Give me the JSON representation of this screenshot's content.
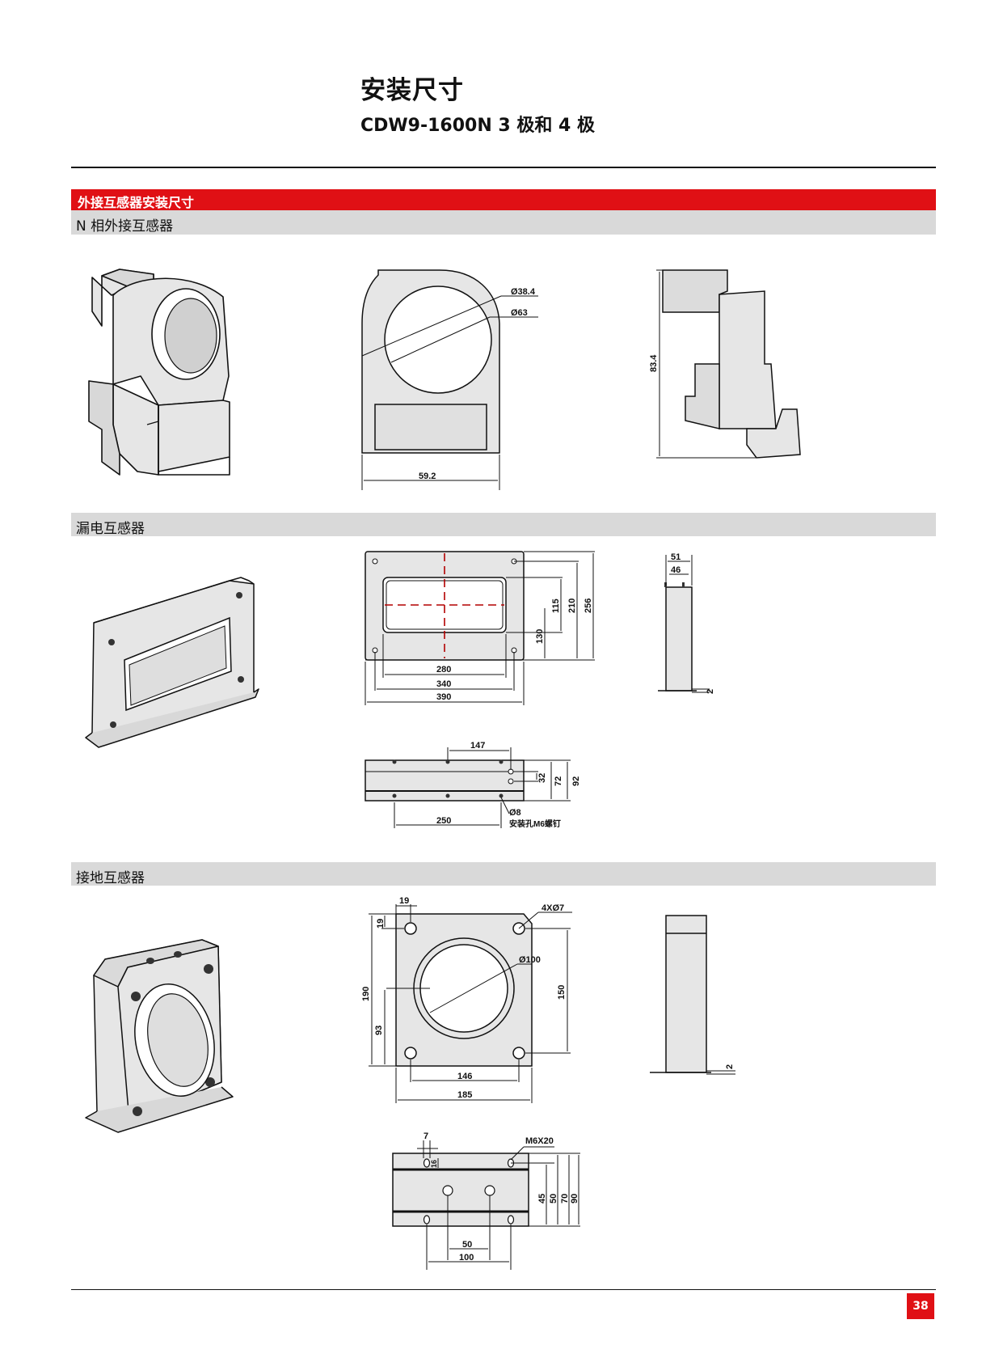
{
  "header": {
    "title": "安装尺寸",
    "subtitle": "CDW9-1600N 3 极和 4 极"
  },
  "main_section": {
    "title": "外接互感器安装尺寸"
  },
  "sections": {
    "n_phase": {
      "title": "N 相外接互感器",
      "front": {
        "dim_inner_dia": "Ø38.4",
        "dim_outer_dia": "Ø63",
        "dim_width": "59.2"
      },
      "side": {
        "dim_height": "83.4"
      }
    },
    "leakage": {
      "title": "漏电互感器",
      "front": {
        "dim_280": "280",
        "dim_340": "340",
        "dim_390": "390",
        "dim_115": "115",
        "dim_130": "130",
        "dim_210": "210",
        "dim_256": "256"
      },
      "side": {
        "dim_51": "51",
        "dim_46": "46",
        "dim_2": "2"
      },
      "bottom": {
        "dim_147": "147",
        "dim_250": "250",
        "dim_32": "32",
        "dim_72": "72",
        "dim_92": "92",
        "hole_dia": "Ø8",
        "hole_note": "安装孔M6螺钉"
      }
    },
    "ground": {
      "title": "接地互感器",
      "front": {
        "dim_19a": "19",
        "dim_19b": "19",
        "holes": "4XØ7",
        "bore": "Ø100",
        "dim_190": "190",
        "dim_93": "93",
        "dim_150": "150",
        "dim_146": "146",
        "dim_185": "185"
      },
      "side": {
        "dim_2": "2"
      },
      "bottom": {
        "screw": "M6X20",
        "dim_7": "7",
        "dim_16": "16",
        "dim_45": "45",
        "dim_50v": "50",
        "dim_70": "70",
        "dim_90": "90",
        "dim_50h": "50",
        "dim_100": "100"
      }
    }
  },
  "footer": {
    "page_number": "38"
  },
  "colors": {
    "accent_red": "#e01015",
    "section_gray": "#d9d9d9",
    "part_fill": "#e6e6e6"
  }
}
